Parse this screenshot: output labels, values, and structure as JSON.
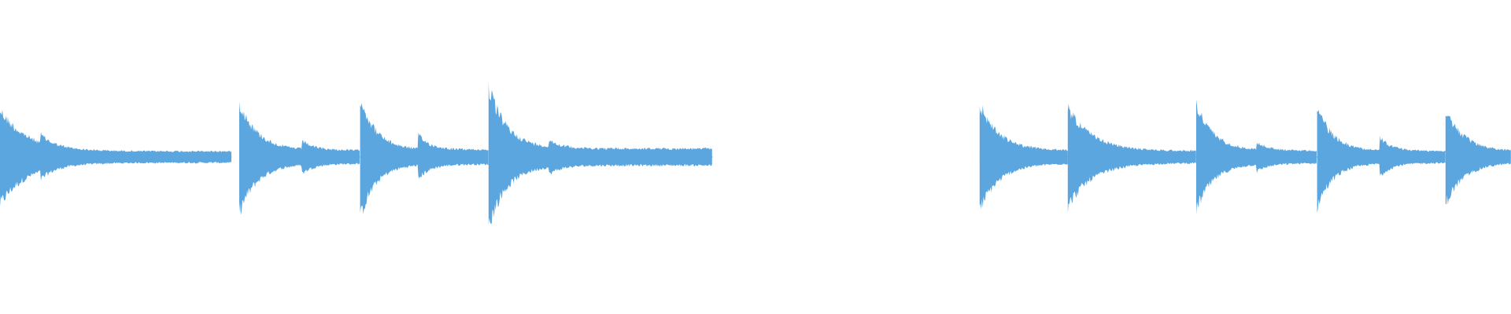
{
  "waveform": {
    "color": "#5ba6df",
    "background": "#ffffff",
    "duration_s": 60,
    "events": [
      {
        "t": 0.0,
        "amp": 0.34,
        "decay": 3.8,
        "secondary": {
          "dt": 1.6,
          "amp": 0.06
        },
        "tail_end": 9.2
      },
      {
        "t": 9.5,
        "amp": 0.4,
        "decay": 2.6,
        "secondary": {
          "dt": 2.5,
          "amp": 0.06
        },
        "tail_end": 14.3
      },
      {
        "t": 14.3,
        "amp": 0.44,
        "decay": 2.2,
        "secondary": {
          "dt": 2.3,
          "amp": 0.1
        },
        "tail_end": 19.4
      },
      {
        "t": 19.4,
        "amp": 0.5,
        "decay": 2.6,
        "secondary": {
          "dt": 2.4,
          "amp": 0.05
        },
        "tail_end": 28.3
      },
      {
        "t": 38.9,
        "amp": 0.38,
        "decay": 2.8,
        "secondary": null,
        "tail_end": 42.4
      },
      {
        "t": 42.4,
        "amp": 0.36,
        "decay": 3.4,
        "secondary": null,
        "tail_end": 47.5
      },
      {
        "t": 47.5,
        "amp": 0.38,
        "decay": 2.5,
        "secondary": {
          "dt": 2.4,
          "amp": 0.05
        },
        "tail_end": 52.3
      },
      {
        "t": 52.3,
        "amp": 0.36,
        "decay": 2.3,
        "secondary": {
          "dt": 2.5,
          "amp": 0.09
        },
        "tail_end": 57.4
      },
      {
        "t": 57.4,
        "amp": 0.34,
        "decay": 2.6,
        "secondary": null,
        "tail_end": 60.0
      }
    ]
  }
}
